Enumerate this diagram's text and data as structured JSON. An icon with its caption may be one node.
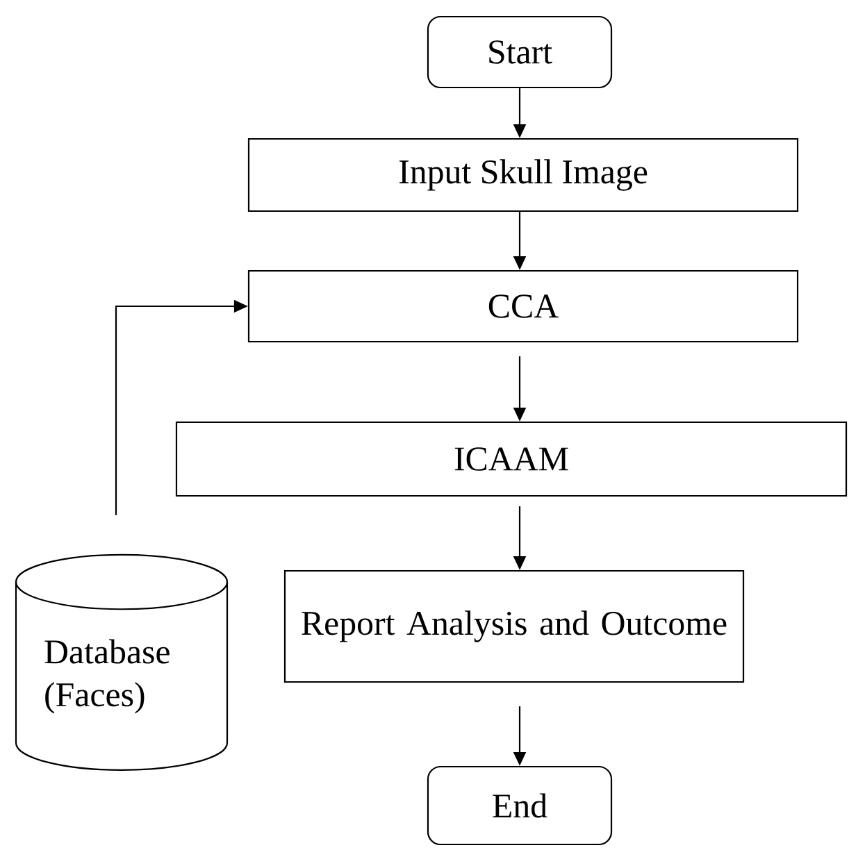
{
  "diagram": {
    "nodes": [
      {
        "text": [
          "Start"
        ]
      },
      {
        "text": [
          "Input Skull Image"
        ]
      },
      {
        "text": [
          "CCA"
        ]
      },
      {
        "text": [
          "ICAAM"
        ]
      },
      {
        "text": [
          "Report Analysis and Outcome"
        ]
      },
      {
        "text": [
          "Database (Faces)"
        ]
      },
      {
        "text": [
          "End"
        ]
      }
    ],
    "edges": [
      {
        "from": 0,
        "to": 1,
        "arrow": "to"
      },
      {
        "from": 1,
        "to": 2,
        "arrow": "to"
      },
      {
        "from": 2,
        "to": 3,
        "arrow": "to"
      },
      {
        "from": 3,
        "to": 4,
        "arrow": "to"
      },
      {
        "from": 4,
        "to": 6,
        "arrow": "to"
      },
      {
        "from": 5,
        "to": 2,
        "arrow": "to"
      }
    ]
  }
}
